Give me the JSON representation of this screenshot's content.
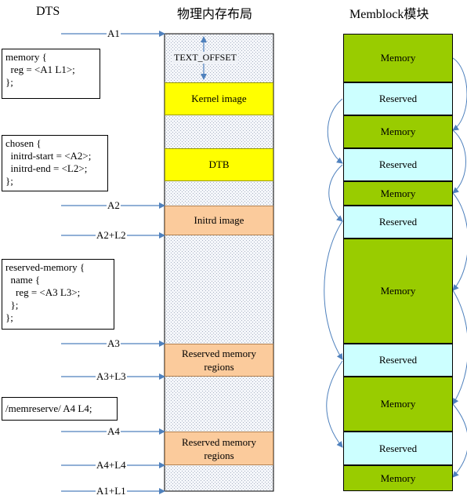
{
  "headings": {
    "dts": "DTS",
    "physical_layout": "物理内存布局",
    "memblock": "Memblock模块"
  },
  "dts_nodes": {
    "memory": [
      "memory {",
      "  reg = <A1 L1>;",
      "};"
    ],
    "chosen": [
      "chosen {",
      "  initrd-start = <A2>;",
      "  initrd-end = <L2>;",
      "};"
    ],
    "reserved_memory": [
      "reserved-memory {",
      "  name {",
      "    reg = <A3 L3>;",
      "  };",
      "};"
    ],
    "memreserve": [
      "/memreserve/ A4 L4;"
    ]
  },
  "address_labels": [
    "A1",
    "A2",
    "A2+L2",
    "A3",
    "A3+L3",
    "A4",
    "A4+L4",
    "A1+L1"
  ],
  "physical_blocks": {
    "text_offset": "TEXT_OFFSET",
    "kernel_image": "Kernel image",
    "dtb": "DTB",
    "initrd_image": "Initrd image",
    "reserved_regions_1": "Reserved memory regions",
    "reserved_regions_2": "Reserved memory regions"
  },
  "memblock_regions": [
    "Memory",
    "Reserved",
    "Memory",
    "Reserved",
    "Memory",
    "Reserved",
    "Memory",
    "Reserved",
    "Memory",
    "Reserved",
    "Memory"
  ],
  "colors": {
    "kernel": "#ffff00",
    "dtb": "#ffff00",
    "initrd": "#fbcb9c",
    "reserved_phys": "#fbcb9c",
    "memory": "#99cc00",
    "reserved_memblock": "#ccffff",
    "arrow": "#4f81bd"
  }
}
